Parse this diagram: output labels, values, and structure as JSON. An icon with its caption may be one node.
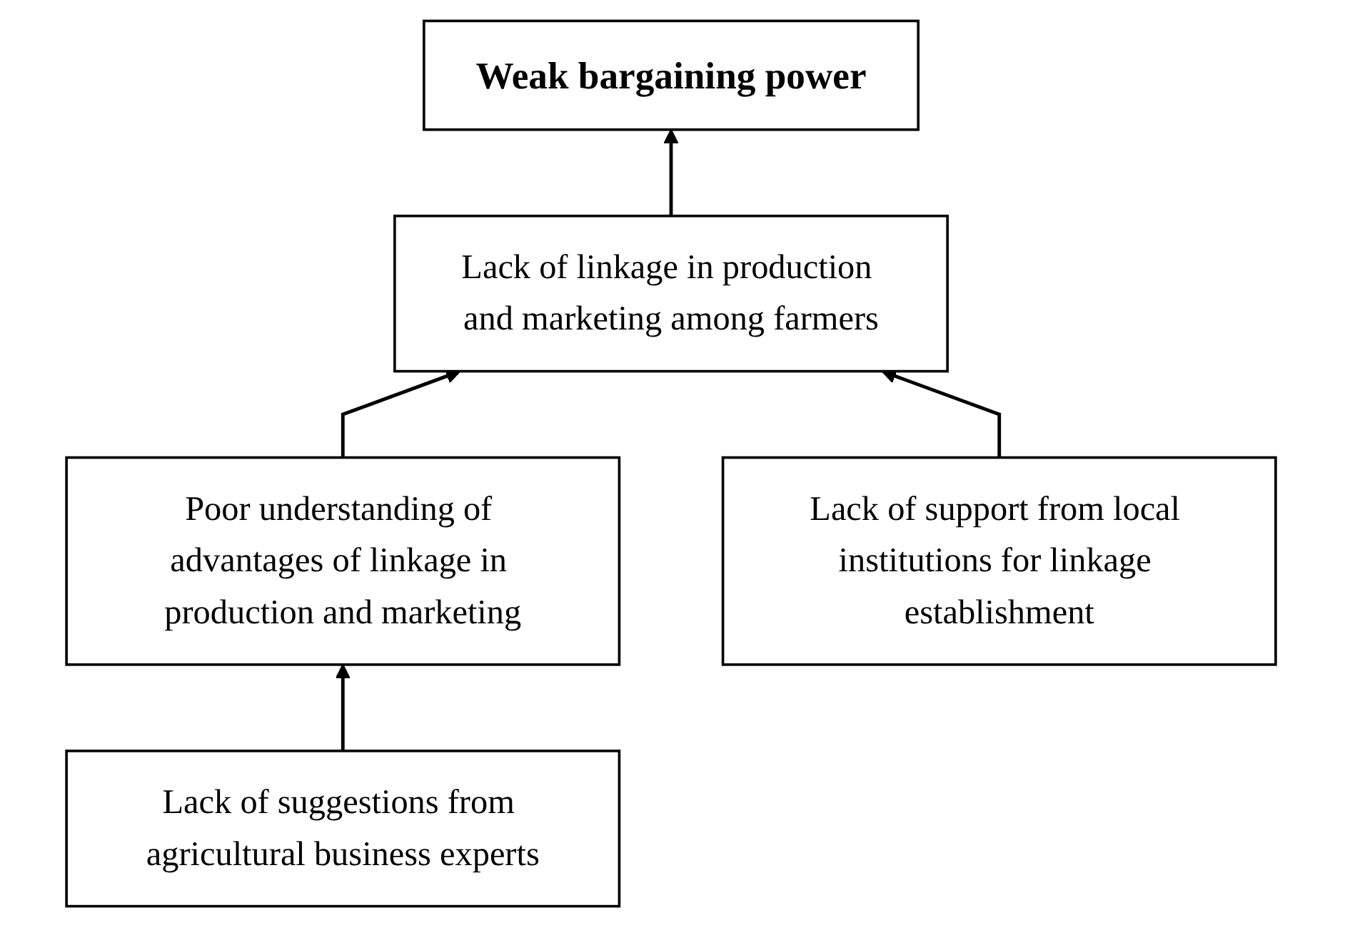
{
  "diagram": {
    "nodes": [
      {
        "text": [
          "Weak bargaining power"
        ]
      },
      {
        "text": [
          "Lack of linkage in production and marketing among farmers"
        ]
      },
      {
        "text": [
          "Poor understanding of advantages of linkage in production and marketing"
        ]
      },
      {
        "text": [
          "Lack of support from local institutions for linkage establishment"
        ]
      },
      {
        "text": [
          "Lack of suggestions from agricultural business experts"
        ]
      }
    ],
    "edges": [
      {
        "from": 1,
        "to": 0,
        "arrow": "to"
      },
      {
        "from": 2,
        "to": 1,
        "arrow": "to"
      },
      {
        "from": 3,
        "to": 1,
        "arrow": "to"
      },
      {
        "from": 4,
        "to": 2,
        "arrow": "to"
      }
    ]
  }
}
